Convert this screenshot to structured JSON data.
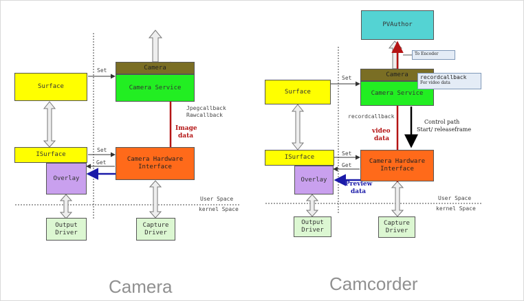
{
  "camera": {
    "title": "Camera",
    "boxes": {
      "surface": "Surface",
      "isurface": "ISurface",
      "overlay": "Overlay",
      "camera": "Camera",
      "camera_service": "Camera Service",
      "hw_line1": "Camera Hardware",
      "hw_line2": "Interface",
      "output_line1": "Output",
      "output_line2": "Driver",
      "capture_line1": "Capture",
      "capture_line2": "Driver"
    },
    "labels": {
      "set_top": "Set",
      "set_mid": "Set",
      "get": "Get",
      "jpeg_callback": "Jpegcallback",
      "raw_callback": "Rawcallback",
      "image_data_1": "Image",
      "image_data_2": "data",
      "user_space": "User Space",
      "kernel_space": "kernel Space"
    }
  },
  "camcorder": {
    "title": "Camcorder",
    "boxes": {
      "pvauthor": "PVAuthor",
      "surface": "Surface",
      "isurface": "ISurface",
      "overlay": "Overlay",
      "camera": "Camera",
      "camera_service": "Camera Service",
      "hw_line1": "Camera Hardware",
      "hw_line2": "Interface",
      "output_line1": "Output",
      "output_line2": "Driver",
      "capture_line1": "Capture",
      "capture_line2": "Driver"
    },
    "labels": {
      "set_top": "Set",
      "set_mid": "Set",
      "get": "Get",
      "record_callback": "recordcallback",
      "video_data_1": "video",
      "video_data_2": "data",
      "preview_data_1": "Preview",
      "preview_data_2": "data",
      "control_path_1": "Control path",
      "control_path_2": "Start/ releaseframe",
      "user_space": "User Space",
      "kernel_space": "kernel Space"
    },
    "callouts": {
      "to_encoder": "To Encoder",
      "recordcallback_title": "recordcallback",
      "recordcallback_sub": "For video data"
    }
  },
  "colors": {
    "surface": "#ffff00",
    "camera_bar": "#7a6e24",
    "camera_service": "#22ee22",
    "hardware_interface": "#ff6a1a",
    "overlay": "#c9a0ee",
    "driver": "#dcf7d2",
    "pvauthor": "#54d3d3",
    "data_arrow": "#b41414",
    "preview_arrow": "#1a1aa8"
  }
}
